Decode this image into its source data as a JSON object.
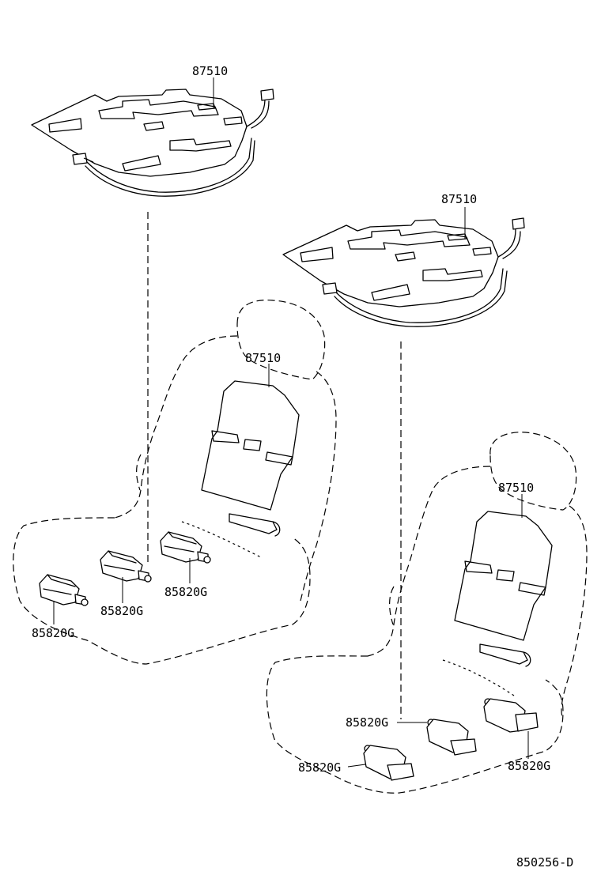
{
  "diagram": {
    "reference_code": "850256-D",
    "parts": [
      {
        "id": "heater-top-left",
        "number": "87510"
      },
      {
        "id": "heater-top-right",
        "number": "87510"
      },
      {
        "id": "heater-back-left",
        "number": "87510"
      },
      {
        "id": "heater-back-right",
        "number": "87510"
      },
      {
        "id": "switch-left-1",
        "number": "85820G"
      },
      {
        "id": "switch-left-2",
        "number": "85820G"
      },
      {
        "id": "switch-left-3",
        "number": "85820G"
      },
      {
        "id": "switch-right-1",
        "number": "85820G"
      },
      {
        "id": "switch-right-2",
        "number": "85820G"
      },
      {
        "id": "switch-right-3",
        "number": "85820G"
      }
    ]
  }
}
